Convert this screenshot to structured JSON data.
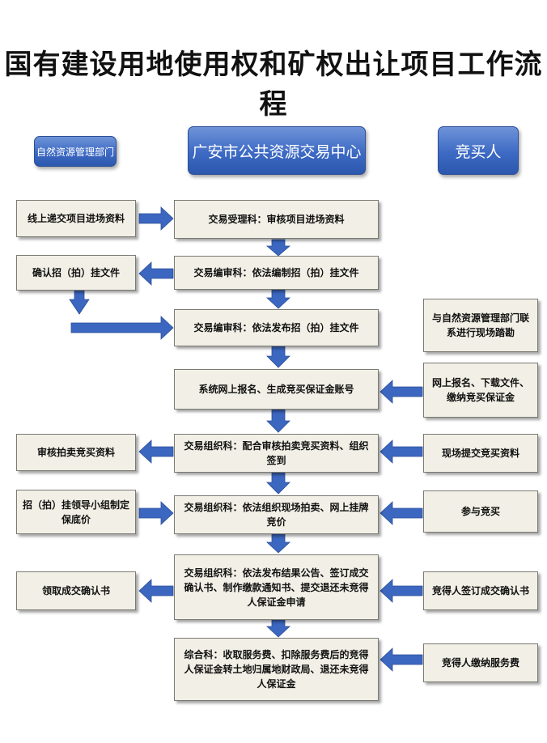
{
  "title": "国有建设用地使用权和矿权出让项目工作流程",
  "headers": {
    "left": "自然资源管理部门",
    "center": "广安市公共资源交易中心",
    "right": "竞买人"
  },
  "left_column": {
    "l1": "线上递交项目进场资料",
    "l2": "确认招（拍）挂文件",
    "l3": "审核拍卖竞买资料",
    "l4": "招（拍）挂领导小组制定保底价",
    "l5": "领取成交确认书"
  },
  "center_column": {
    "c1": "交易受理科：审核项目进场资料",
    "c2": "交易编审科：依法编制招（拍）挂文件",
    "c3": "交易编审科：依法发布招（拍）挂文件",
    "c4": "系统网上报名、生成竞买保证金账号",
    "c5": "交易组织科：配合审核拍卖竞买资料、组织签到",
    "c6": "交易组织科：依法组织现场拍卖、网上挂牌竞价",
    "c7": "交易组织科：依法发布结果公告、签订成交确认书、制作缴款通知书、提交退还未竞得人保证金申请",
    "c8": "综合科：收取服务费、扣除服务费后的竞得人保证金转土地归属地财政局、退还未竞得人保证金"
  },
  "right_column": {
    "r1": "与自然资源管理部门联系进行现场踏勘",
    "r2": "网上报名、下载文件、缴纳竞买保证金",
    "r3": "现场提交竞买资料",
    "r4": "参与竞买",
    "r5": "竞得人签订成交确认书",
    "r6": "竞得人缴纳服务费"
  },
  "colors": {
    "arrow": "#3c67c0",
    "box_fill": "#f2f0e6",
    "header_fill": "#3d6ac4"
  }
}
